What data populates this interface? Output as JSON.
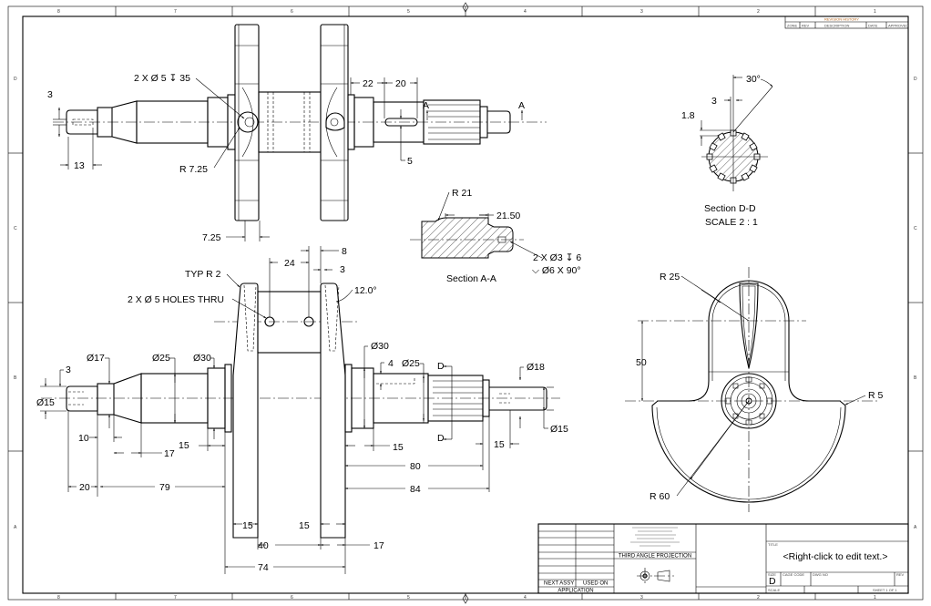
{
  "sheet": {
    "zones_top": [
      "8",
      "7",
      "6",
      "5",
      "4",
      "3",
      "2",
      "1"
    ],
    "zones_left": [
      "D",
      "C",
      "B",
      "A"
    ]
  },
  "revision_block": {
    "title": "REVISION HISTORY",
    "columns": [
      "ZONE",
      "REV",
      "DESCRIPTION",
      "DATE",
      "APPROVED"
    ]
  },
  "title_block": {
    "projection": "THIRD ANGLE PROJECTION",
    "next_assy": "NEXT ASSY",
    "used_on": "USED ON",
    "application": "APPLICATION",
    "title_placeholder": "<Right-click to edit text.>",
    "title_label": "TITLE",
    "size_label": "SIZE",
    "size": "D",
    "cage_code_label": "CAGE CODE",
    "dwg_no_label": "DWG NO",
    "rev_label": "REV",
    "scale_label": "SCALE",
    "sheet_label": "SHEET 1 OF 1"
  },
  "top_view": {
    "hole_callout": "2 X  Ø 5 ↧ 35",
    "dim_3": "3",
    "dim_13": "13",
    "radius": "R 7.25",
    "dim_7_25": "7.25",
    "dim_22": "22",
    "dim_20": "20",
    "dim_5": "5",
    "section_mark_left": "A",
    "section_mark_right": "A"
  },
  "section_a": {
    "radius": "R 21",
    "dim_21_50": "21.50",
    "hole_callout_1": "2 X Ø3  ↧ 6",
    "hole_callout_2": "⌵ Ø6 X 90°",
    "label": "Section A-A"
  },
  "section_d": {
    "angle": "30°",
    "dim_3": "3",
    "dim_1_8": "1.8",
    "label": "Section D-D",
    "scale": "SCALE 2 : 1"
  },
  "bottom_view": {
    "typ_radius": "TYP R 2",
    "holes": "2 X Ø 5 HOLES THRU",
    "dim_24": "24",
    "dim_8": "8",
    "dim_3_top": "3",
    "angle": "12.0°",
    "dia_17": "Ø17",
    "dia_25_left": "Ø25",
    "dia_30_left": "Ø30",
    "dim_3_left": "3",
    "dia_15_left": "Ø15",
    "dim_10": "10",
    "dim_17_left": "17",
    "dim_15_left": "15",
    "dim_20": "20",
    "dim_79": "79",
    "dia_30_right": "Ø30",
    "dim_4": "4",
    "dia_25_right": "Ø25",
    "section_mark_top": "D",
    "section_mark_bottom": "D",
    "dia_18": "Ø18",
    "dia_15_right": "Ø15",
    "dim_15_mid": "15",
    "dim_15_right": "15",
    "dim_80": "80",
    "dim_84": "84",
    "dim_15_web_left": "15",
    "dim_15_web_right": "15",
    "dim_40": "40",
    "dim_17_bottom": "17",
    "dim_74": "74"
  },
  "front_view": {
    "r25": "R 25",
    "dim_50": "50",
    "r5": "R 5",
    "r60": "R 60"
  }
}
